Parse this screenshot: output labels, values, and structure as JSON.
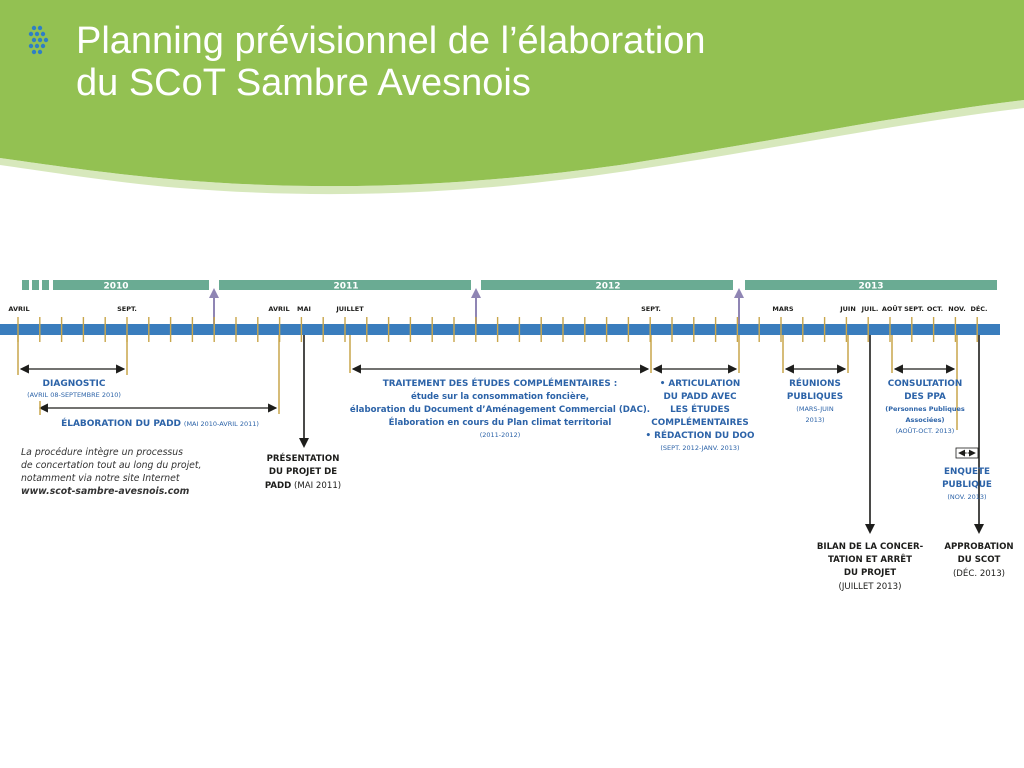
{
  "slide": {
    "title_lines": [
      "Planning prévisionnel de l’élaboration",
      "du SCoT Sambre Avesnois"
    ],
    "bullet_icon": "dot-grid-icon"
  },
  "colors": {
    "header_green": "#93c152",
    "year_band": "#6aab93",
    "axis_blue": "#3a7dbd",
    "label_blue": "#2c63a8",
    "tick_gold": "#c9a64a",
    "arrow_purple": "#8f85b4",
    "text_dark": "#1d1d1b"
  },
  "timeline": {
    "years": [
      "2010",
      "2011",
      "2012",
      "2013"
    ],
    "months": [
      "AVRIL",
      "SEPT.",
      "AVRIL",
      "MAI",
      "JUILLET",
      "SEPT.",
      "MARS",
      "JUIN",
      "JUIL.",
      "AOÛT",
      "SEPT.",
      "OCT.",
      "NOV.",
      "DÉC."
    ],
    "note": {
      "lines": [
        "La procédure intègre un processus",
        "de concertation tout au long du projet,",
        "notamment via notre site Internet"
      ],
      "url": "www.scot-sambre-avesnois.com"
    },
    "phases": {
      "diagnostic": {
        "title": "DIAGNOSTIC",
        "detail": "(AVRIL 08-SEPTEMBRE 2010)"
      },
      "padd": {
        "title": "ÉLABORATION DU PADD",
        "detail": "(MAI 2010-AVRIL 2011)"
      },
      "presentation": {
        "lines": [
          "PRÉSENTATION",
          "DU PROJET DE"
        ],
        "last_bold": "PADD",
        "last_detail": " (MAI 2011)"
      },
      "traitement": {
        "lines": [
          "TRAITEMENT DES ÉTUDES COMPLÉMENTAIRES :",
          "étude sur la consommation foncière,",
          "élaboration du Document d’Aménagement Commercial (DAC).",
          "Élaboration en cours du Plan climat territorial"
        ],
        "detail": "(2011-2012)"
      },
      "articulation": {
        "lines": [
          "• ARTICULATION",
          "DU PADD AVEC",
          "LES ÉTUDES",
          "COMPLÉMENTAIRES",
          "• RÉDACTION DU DOO"
        ],
        "detail": "(SEPT. 2012-JANV. 2013)"
      },
      "reunions": {
        "lines": [
          "RÉUNIONS",
          "PUBLIQUES"
        ],
        "details": [
          "(MARS-JUIN",
          "2013)"
        ]
      },
      "consultation": {
        "lines": [
          "CONSULTATION",
          "DES PPA"
        ],
        "details": [
          "(Personnes Publiques",
          "Associées)",
          "(AOÛT-OCT. 2013)"
        ]
      },
      "enquete": {
        "lines": [
          "ENQUETE",
          "PUBLIQUE"
        ],
        "detail": "(NOV. 2013)"
      },
      "bilan": {
        "lines": [
          "BILAN DE LA CONCER-",
          "TATION ET ARRÊT",
          "DU PROJET"
        ],
        "detail": "(JUILLET 2013)"
      },
      "approbation": {
        "lines": [
          "APPROBATION",
          "DU SCOT"
        ],
        "detail": "(DÉC. 2013)"
      },
      "enquete_duration": "1"
    }
  }
}
